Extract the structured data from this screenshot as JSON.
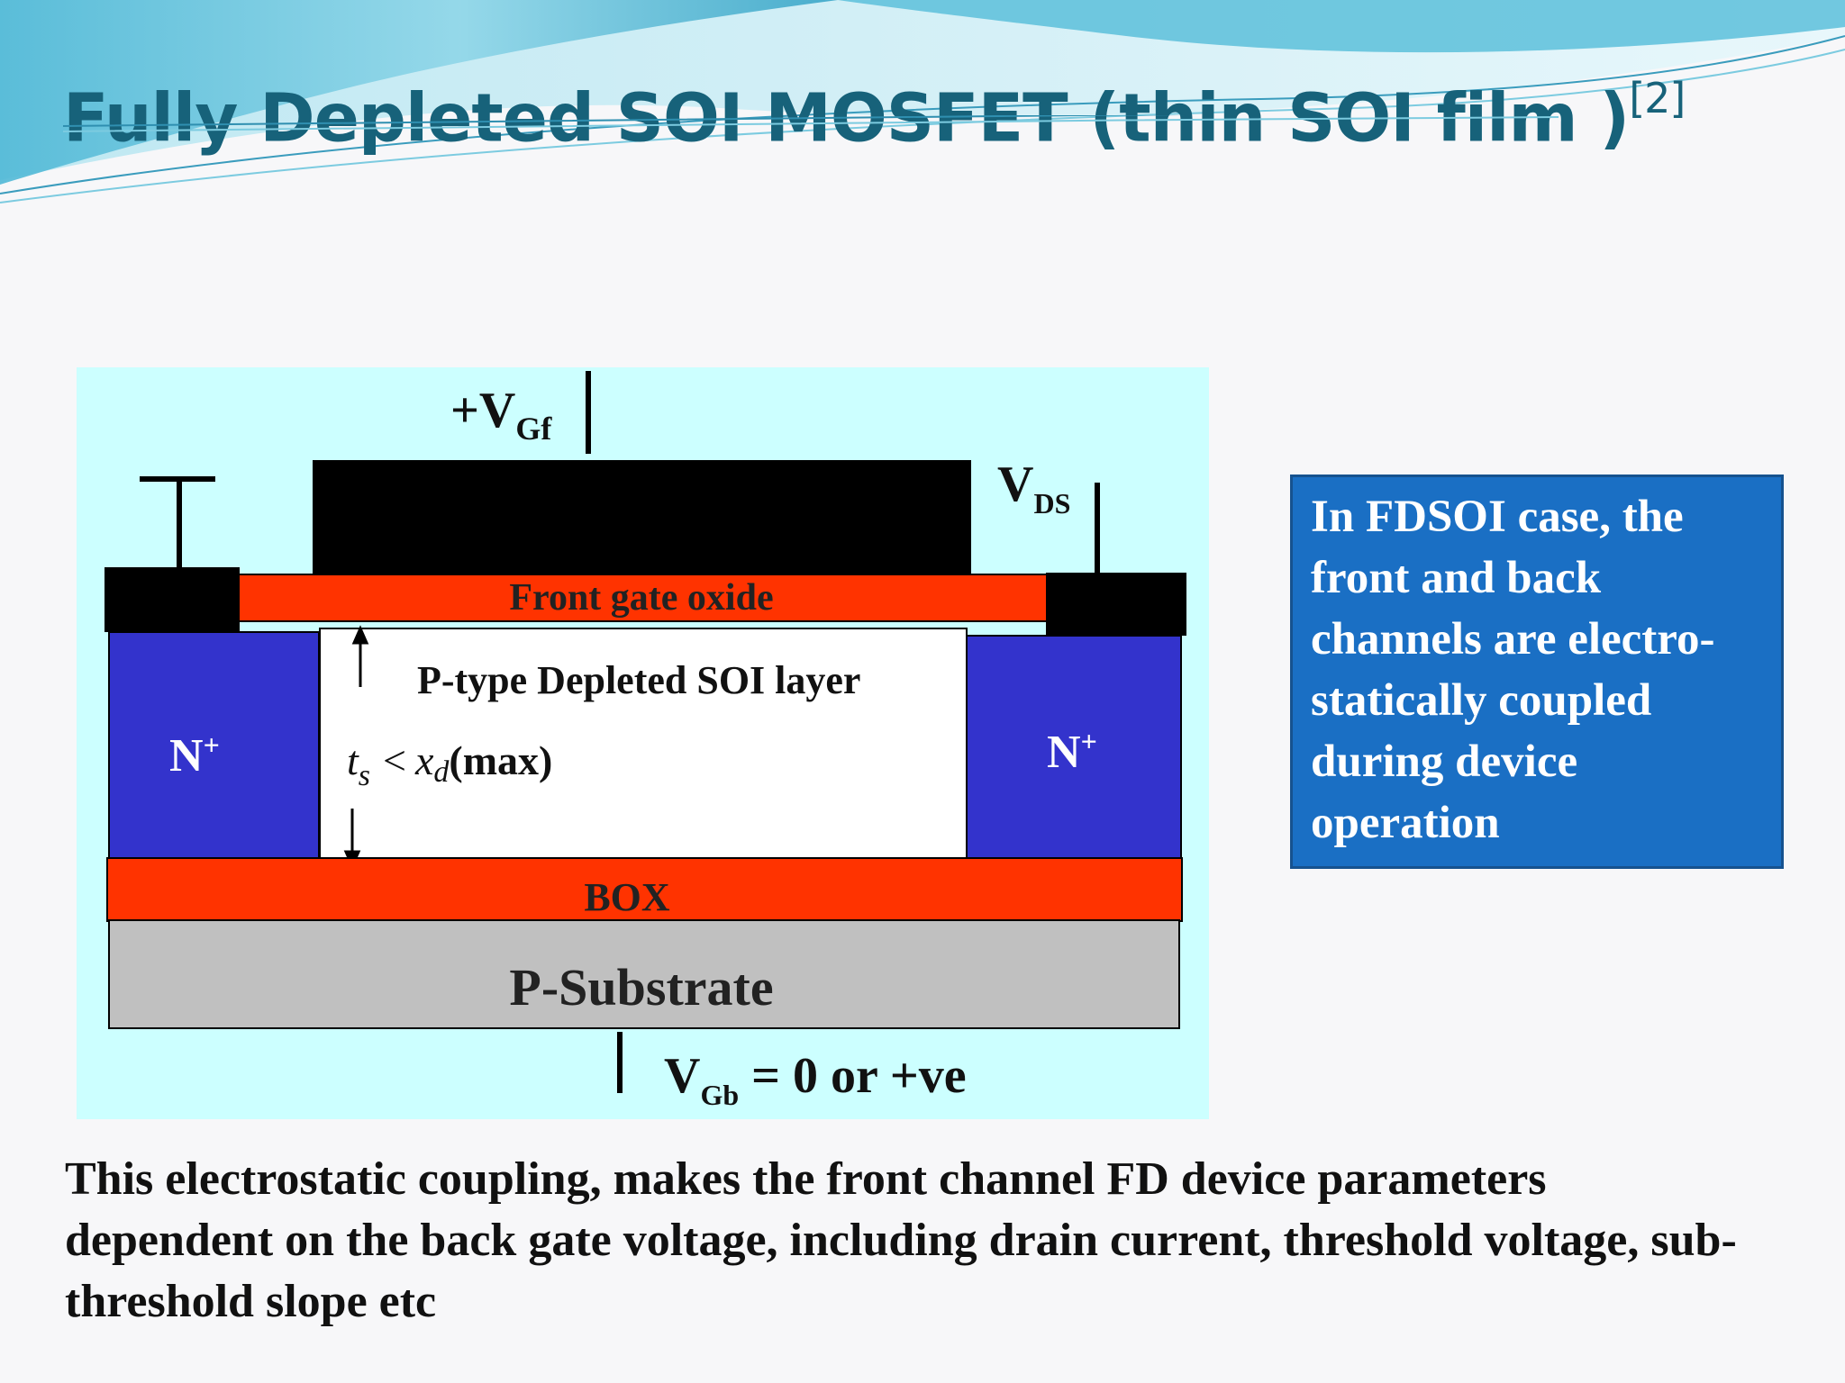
{
  "slide": {
    "title": "Fully Depleted SOI MOSFET (thin SOI film )",
    "title_ref": "[2]",
    "bottom_text": "This electrostatic coupling, makes the front channel FD device parameters dependent on the back gate voltage, including drain current, threshold voltage, sub-threshold slope etc"
  },
  "callout": {
    "text": "In FDSOI case, the front and back channels are electro-statically coupled during device operation"
  },
  "diagram": {
    "vgf_prefix": "+V",
    "vgf_sub": "Gf",
    "vds_main": "V",
    "vds_sub": "DS",
    "front_gate_oxide": "Front gate oxide",
    "soi_layer": "P-type Depleted SOI layer",
    "ts_t": "t",
    "ts_s": "s",
    "ts_lt": "<",
    "ts_x": "x",
    "ts_d": "d",
    "ts_max": "(max)",
    "nplus_left": "N",
    "nplus_left_sup": "+",
    "nplus_right": "N",
    "nplus_right_sup": "+",
    "box": "BOX",
    "substrate": "P-Substrate",
    "vgb_main": "V",
    "vgb_sub": "Gb",
    "vgb_rest": " = 0 or +ve"
  },
  "colors": {
    "title": "#17627a",
    "diagram_bg": "#ccffff",
    "oxide": "#ff3300",
    "nplus": "#3333cc",
    "substrate": "#c0c0c0",
    "callout_bg": "#1a6fc4"
  }
}
